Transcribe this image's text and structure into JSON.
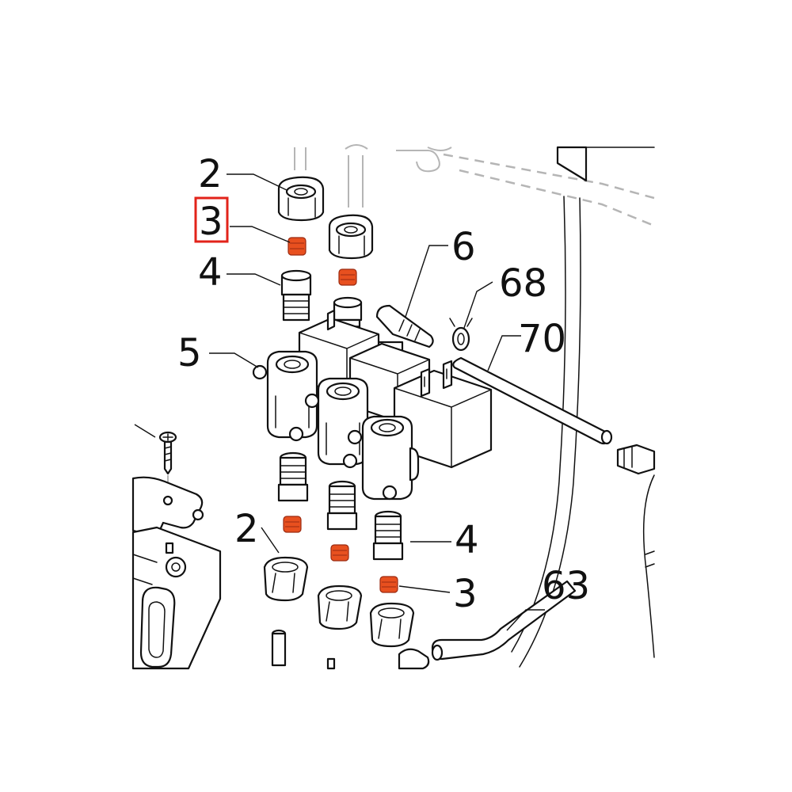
{
  "callouts": {
    "c2_top": "2",
    "c3_top": "3",
    "c4_top": "4",
    "c5": "5",
    "c6": "6",
    "c68": "68",
    "c70": "70",
    "c2_bottom": "2",
    "c4_bottom": "4",
    "c3_bottom": "3",
    "c63": "63"
  },
  "highlighted_callout": "3",
  "colors": {
    "highlight_box": "#e2231a",
    "seal_part": "#e8501f",
    "line_art": "#111111",
    "ghost_art": "#b5b5b5",
    "background": "#ffffff"
  }
}
